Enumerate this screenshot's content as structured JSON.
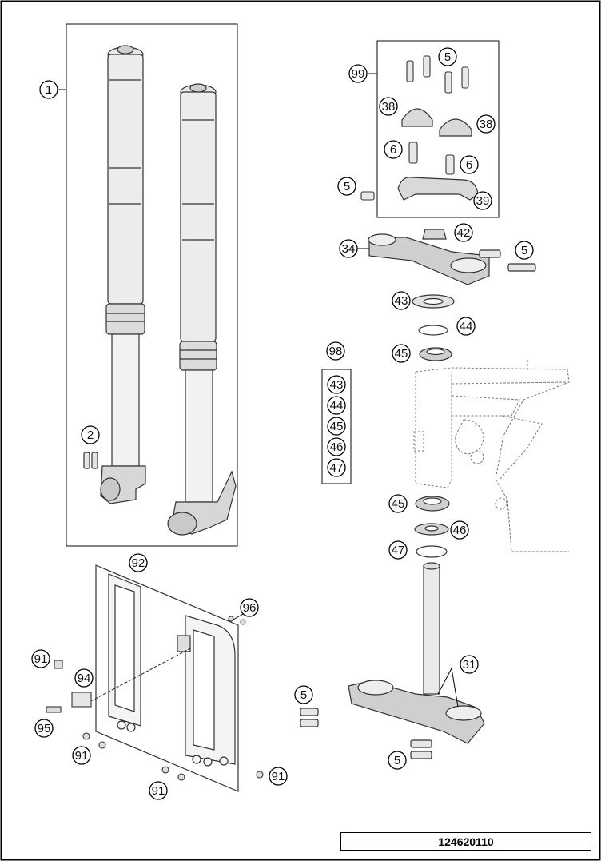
{
  "diagram": {
    "drawing_number": "124620110",
    "callouts": {
      "c1": "1",
      "c2": "2",
      "c99": "99",
      "c5a": "5",
      "c38a": "38",
      "c38b": "38",
      "c6a": "6",
      "c6b": "6",
      "c5b": "5",
      "c39": "39",
      "c42": "42",
      "c34": "34",
      "c5c": "5",
      "c43a": "43",
      "c44a": "44",
      "c45a": "45",
      "c98": "98",
      "k43": "43",
      "k44": "44",
      "k45": "45",
      "k46": "46",
      "k47": "47",
      "c45b": "45",
      "c46": "46",
      "c47": "47",
      "c31": "31",
      "c5d": "5",
      "c5e": "5",
      "c92": "92",
      "c96": "96",
      "c91a": "91",
      "c94": "94",
      "c95": "95",
      "c91b": "91",
      "c91c": "91",
      "c91d": "91"
    }
  }
}
